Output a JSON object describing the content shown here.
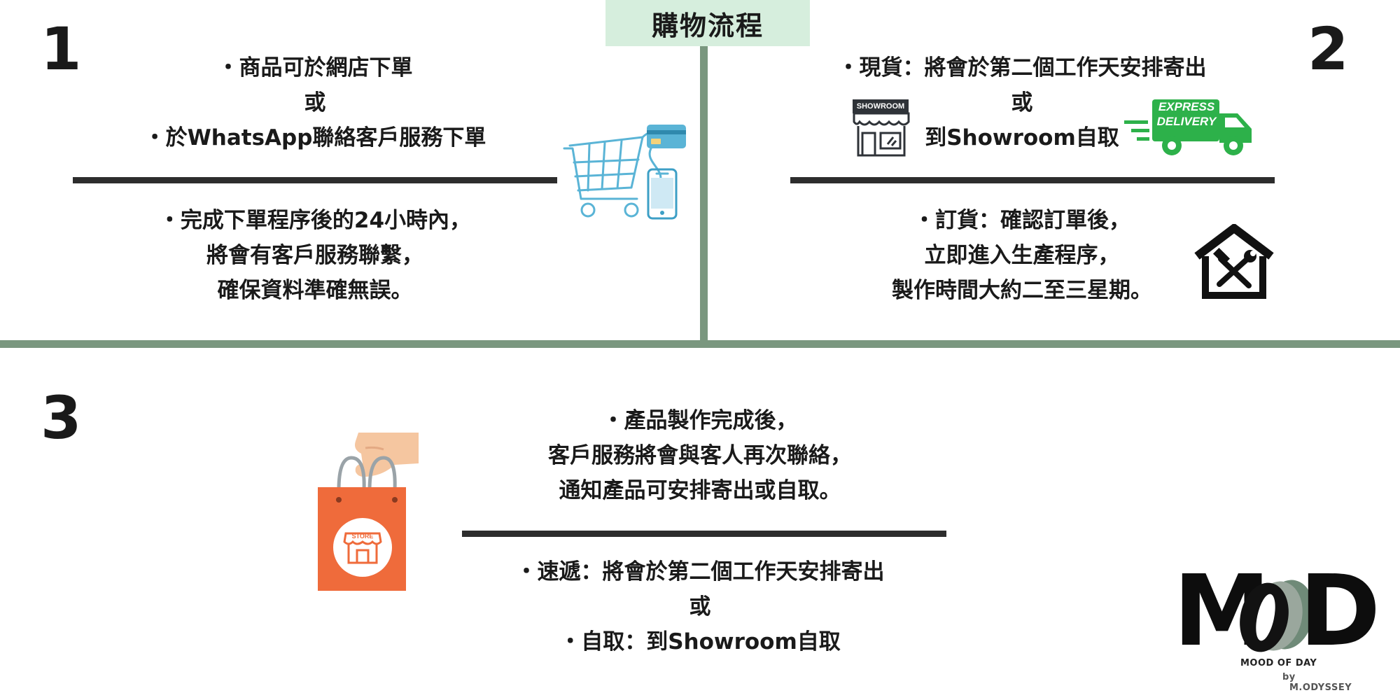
{
  "title": "購物流程",
  "steps": [
    {
      "number": "1",
      "top_lines": [
        "・商品可於網店下單",
        "或",
        "・於WhatsApp聯絡客戶服務下單"
      ],
      "bottom_lines": [
        "・完成下單程序後的24小時內，",
        "將會有客戶服務聯繫，",
        "確保資料準確無誤。"
      ]
    },
    {
      "number": "2",
      "top_lines": [
        "・現貨：將會於第二個工作天安排寄出",
        "或",
        "到Showroom自取"
      ],
      "bottom_lines": [
        "・訂貨：確認訂單後，",
        "立即進入生產程序，",
        "製作時間大約二至三星期。"
      ],
      "showroom_sign": "SHOWROOM",
      "express_lines": [
        "EXPRESS",
        "DELIVERY"
      ]
    },
    {
      "number": "3",
      "top_lines": [
        "・產品製作完成後，",
        "客戶服務將會與客人再次聯絡，",
        "通知產品可安排寄出或自取。"
      ],
      "bottom_lines": [
        "・速遞：將會於第二個工作天安排寄出",
        "或",
        "・自取：到Showroom自取"
      ],
      "bag_label": "STORE"
    }
  ],
  "logo": {
    "wordmark_left": "M",
    "wordmark_right": "D",
    "tagline": "MOOD OF DAY",
    "by": "by",
    "brand": "M.ODYSSEY"
  },
  "colors": {
    "divider_green": "#7a977f",
    "title_bg": "#d6eedd",
    "express_green": "#2db14a",
    "bag_orange": "#ef6b3b",
    "cart_blue": "#5ab4d6"
  }
}
